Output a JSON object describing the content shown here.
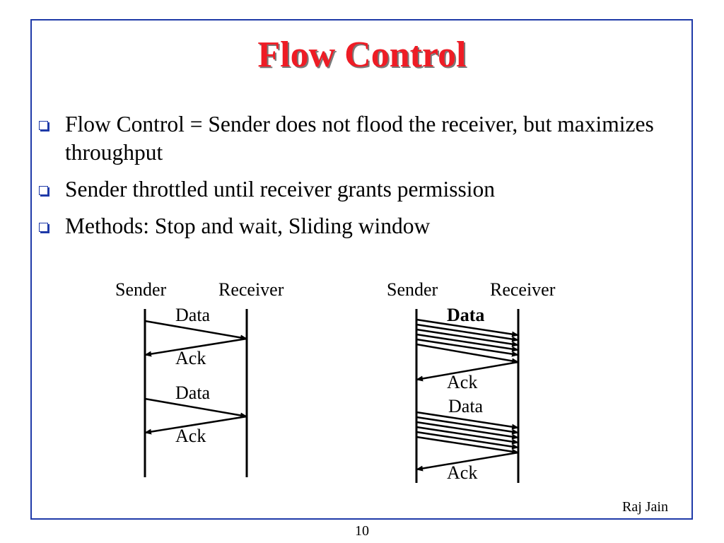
{
  "title": "Flow Control",
  "bullets": [
    "Flow Control = Sender does not flood the receiver, but maximizes throughput",
    "Sender throttled until receiver grants permission",
    "Methods: Stop and wait, Sliding window"
  ],
  "stop_and_wait": {
    "sender_label": "Sender",
    "receiver_label": "Receiver",
    "messages": [
      "Data",
      "Ack",
      "Data",
      "Ack"
    ]
  },
  "sliding_window": {
    "sender_label": "Sender",
    "receiver_label": "Receiver",
    "messages": [
      "Data",
      "Ack",
      "Data",
      "Ack"
    ]
  },
  "footer": {
    "author": "Raj Jain",
    "page_number": "10"
  },
  "colors": {
    "title": "#ee1c25",
    "border": "#1f3aa8",
    "bullet_icon": "#1f3aa8"
  }
}
